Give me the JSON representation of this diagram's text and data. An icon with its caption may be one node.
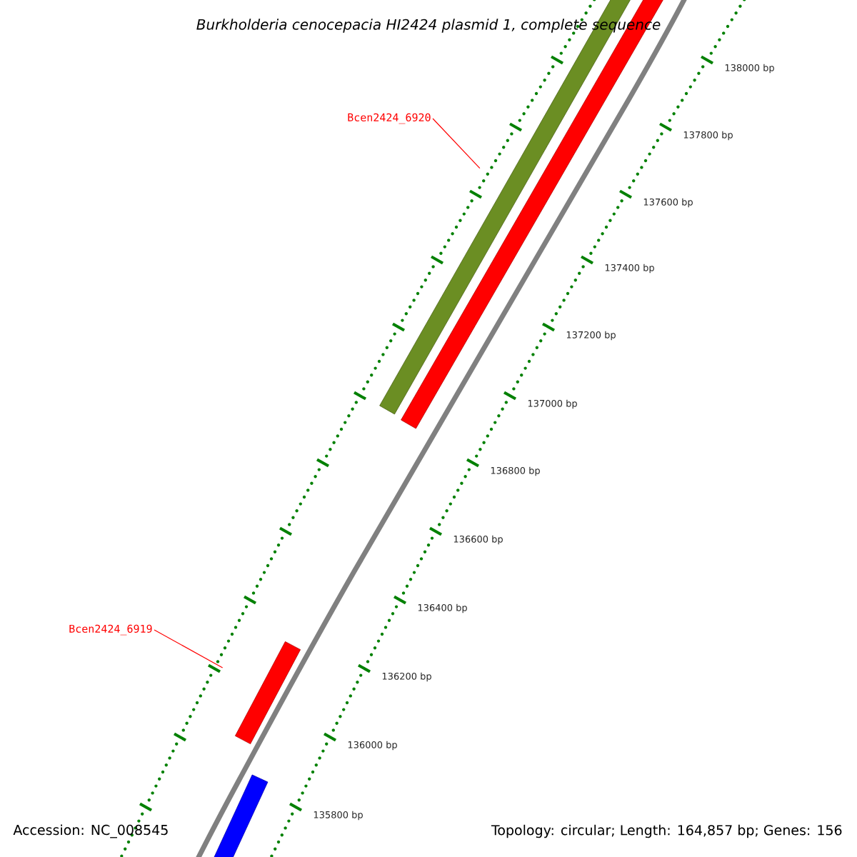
{
  "diagram": {
    "title": "Burkholderia cenocepacia HI2424 plasmid 1, complete sequence",
    "nodes": [
      {
        "text": [
          "Bcen2424_6920"
        ]
      },
      {
        "text": [],
        "shape": "bar"
      },
      {
        "text": [
          "Bcen2424_6919"
        ]
      },
      {
        "text": [],
        "shape": "bar"
      }
    ],
    "edges": [
      {
        "from": 0,
        "to": 1,
        "arrow": "none"
      },
      {
        "from": 2,
        "to": 3,
        "arrow": "none"
      }
    ],
    "labels": [
      "138000 bp",
      "137800 bp",
      "137600 bp",
      "137400 bp",
      "137200 bp",
      "137000 bp",
      "136800 bp",
      "136600 bp",
      "136400 bp",
      "136200 bp",
      "136000 bp",
      "135800 bp",
      "Accession: NC_008545",
      "Topology: circular; Length: 164,857 bp; Genes: 156"
    ]
  }
}
